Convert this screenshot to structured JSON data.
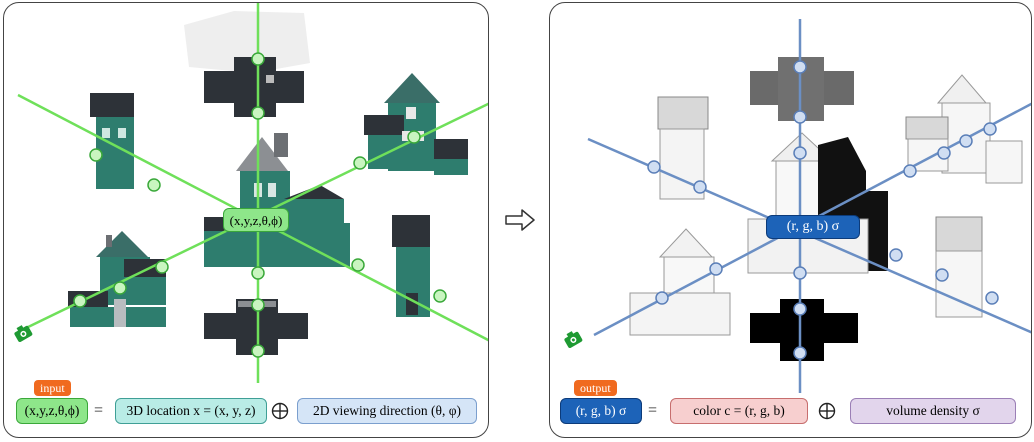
{
  "left_panel": {
    "tag": "input",
    "center_label": "(x,y,z,θ,ϕ)",
    "equation": {
      "lhs": "(x,y,z,θ,ϕ)",
      "equals": "=",
      "term1": "3D location x = (x, y, z)",
      "term2": "2D viewing direction (θ, φ)"
    }
  },
  "right_panel": {
    "tag": "output",
    "center_label": "(r, g, b) σ",
    "equation": {
      "lhs": "(r, g, b) σ",
      "equals": "=",
      "term1": "color c = (r, g, b)",
      "term2": "volume density σ"
    }
  },
  "colors": {
    "ray_green": "#6fe05a",
    "ray_blue": "#6b8fc4",
    "house_teal": "#2e7d6e",
    "roof_dark": "#2d3238",
    "input_tag": "#f06a1f",
    "center_green": "#8ee68a",
    "center_blue": "#1d63b8",
    "location_box": "#b9ece6",
    "direction_box": "#d5e5f7",
    "color_box": "#f7cfcf",
    "density_box": "#e2d5ec",
    "camera_green": "#1f9a33"
  }
}
